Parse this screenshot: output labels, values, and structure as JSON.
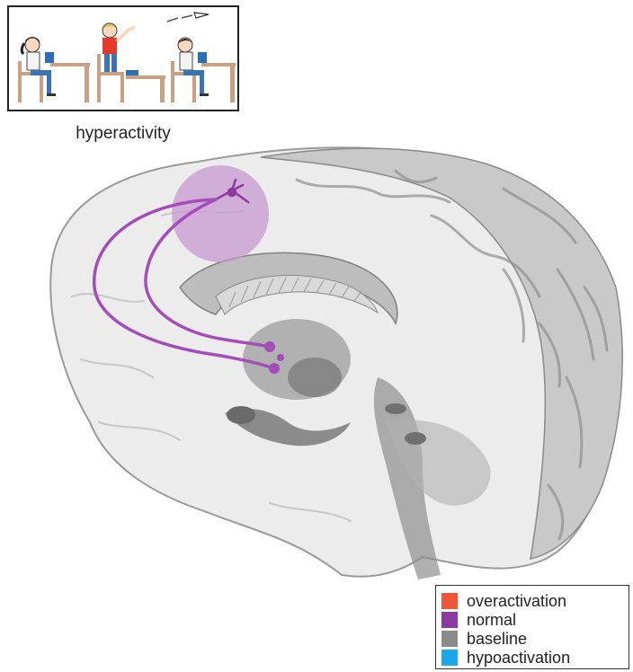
{
  "cartoon": {
    "caption": "hyperactivity"
  },
  "legend": {
    "items": [
      {
        "label": "overactivation",
        "color": "#f0563a"
      },
      {
        "label": "normal",
        "color": "#8c3aa0"
      },
      {
        "label": "baseline",
        "color": "#8a8a8a"
      },
      {
        "label": "hypoactivation",
        "color": "#1aa9e8"
      }
    ]
  },
  "colors": {
    "pathway": "#a24db8",
    "activation_spot": "#c79ad0",
    "brain_fill": "#ededed",
    "brain_outline": "#9a9a9a",
    "deep_structures": "#8a8a8a"
  }
}
